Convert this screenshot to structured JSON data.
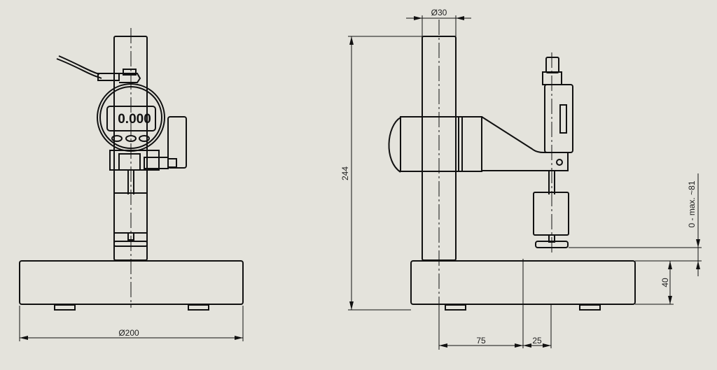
{
  "drawing": {
    "background": "#e4e3dc",
    "line_color": "#111111",
    "views": [
      {
        "name": "front-view",
        "description": "Front view of measuring stand with digital dial indicator"
      },
      {
        "name": "side-view",
        "description": "Side view of measuring stand with dimensions"
      }
    ],
    "indicator_display": "0.000",
    "dimensions": {
      "column_diameter": "Ø30",
      "base_diameter": "Ø200",
      "overall_height": "244",
      "measuring_range": "0 - max. ~81",
      "base_height": "40",
      "column_offset": "75",
      "anvil_offset": "25"
    }
  }
}
